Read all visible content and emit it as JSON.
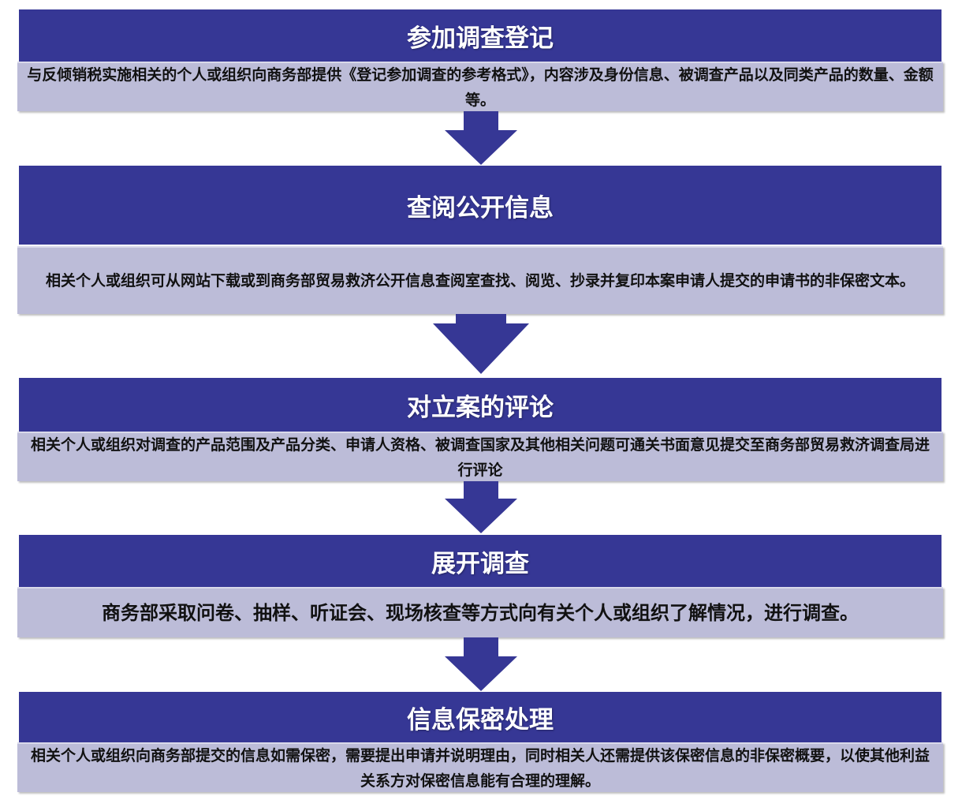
{
  "colors": {
    "header": "#363795",
    "box": "#bcbcd8",
    "arrow": "#363795"
  },
  "steps": [
    {
      "title": "参加调查登记",
      "description": "与反倾销税实施相关的个人或组织向商务部提供《登记参加调查的参考格式》，内容涉及身份信息、被调查产品以及同类产品的数量、金额等。"
    },
    {
      "title": "查阅公开信息",
      "description": "相关个人或组织可从网站下载或到商务部贸易救济公开信息查阅室查找、阅览、抄录并复印本案申请人提交的申请书的非保密文本。"
    },
    {
      "title": "对立案的评论",
      "description": "相关个人或组织对调查的产品范围及产品分类、申请人资格、被调查国家及其他相关问题可通关书面意见提交至商务部贸易救济调查局进行评论"
    },
    {
      "title": "展开调查",
      "description": "商务部采取问卷、抽样、听证会、现场核查等方式向有关个人或组织了解情况，进行调查。"
    },
    {
      "title": "信息保密处理",
      "description": "相关个人或组织向商务部提交的信息如需保密，需要提出申请并说明理由，同时相关人还需提供该保密信息的非保密概要，以使其他利益关系方对保密信息能有合理的理解。"
    }
  ]
}
